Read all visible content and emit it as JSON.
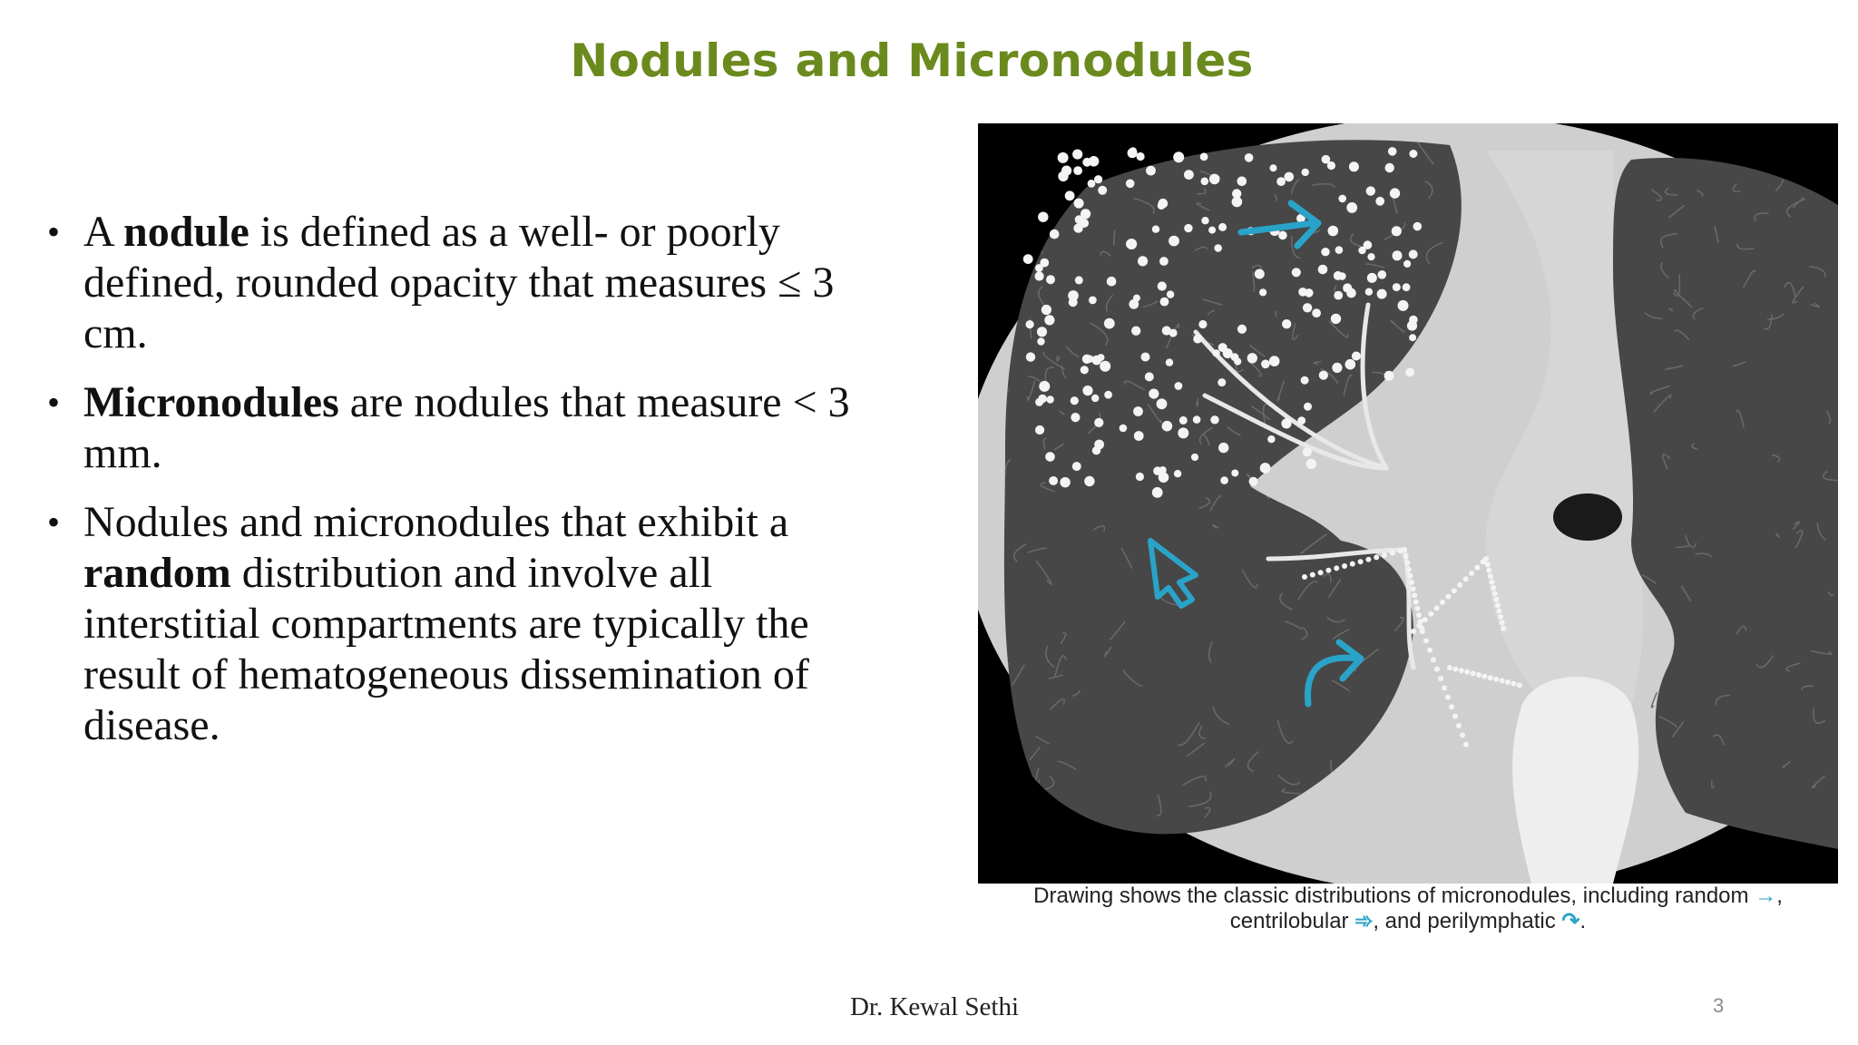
{
  "slide": {
    "title": "Nodules and Micronodules",
    "footer_author": "Dr. Kewal Sethi",
    "page_number": "3"
  },
  "bullets": [
    {
      "parts": [
        {
          "text": "A ",
          "bold": false
        },
        {
          "text": "nodule",
          "bold": true
        },
        {
          "text": " is defined as a well- or poorly defined, rounded opacity that measures ≤ 3 cm.",
          "bold": false
        }
      ]
    },
    {
      "parts": [
        {
          "text": "Micronodules",
          "bold": true
        },
        {
          "text": " are nodules that measure < 3 mm.",
          "bold": false
        }
      ]
    },
    {
      "parts": [
        {
          "text": "Nodules and micronodules that exhibit a ",
          "bold": false
        },
        {
          "text": "random",
          "bold": true
        },
        {
          "text": " distribution and involve all interstitial compartments are typically the result of hematogeneous dissemination of disease.",
          "bold": false
        }
      ]
    }
  ],
  "figure": {
    "caption_parts": [
      "Drawing shows the classic distributions of micronodules, including random",
      ", centrilobular",
      ", and perilymphatic",
      "."
    ],
    "arrow_color": "#2aa3c9",
    "lung_color": "#474747",
    "tissue_color": "#cfcfcf",
    "nodule_color": "#f4f4f4"
  }
}
